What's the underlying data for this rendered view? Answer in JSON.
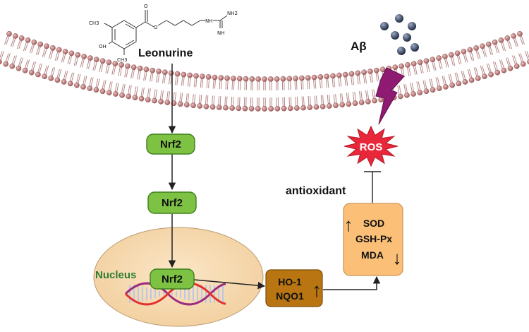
{
  "molecule": {
    "name": "Leonurine",
    "atoms": {
      "ch3_a": "CH3",
      "oh": "OH",
      "ch3_b": "CH3",
      "o_ester": "O",
      "o_ether": "O",
      "nh": "NH",
      "nh2": "NH2",
      "imine": "NH"
    }
  },
  "amyloid_label": "Aβ",
  "ros_label": "ROS",
  "antioxidant_label": "antioxidant",
  "nrf2_labels": [
    "Nrf2",
    "Nrf2",
    "Nrf2"
  ],
  "nucleus_label": "Nucleus",
  "target_genes": {
    "line1": "HO-1",
    "line2": "NQO1",
    "arrow": "↑"
  },
  "enzymes": {
    "sod": "SOD",
    "gsh": "GSH-Px",
    "mda": "MDA",
    "up_arrow": "↑",
    "down_arrow": "↓"
  },
  "colors": {
    "nrf2_fill": "#7dc242",
    "nrf2_stroke": "#3f7f1f",
    "nucleus_fill": "#f6d9b0",
    "nucleus_label": "#2e7d32",
    "target_box": "#b87512",
    "enzyme_box": "#fbbf77",
    "ros_red": "#e8283a",
    "bolt": "#8e1a72",
    "membrane": "#c07a7a",
    "amyloid": "#2c3a55"
  }
}
